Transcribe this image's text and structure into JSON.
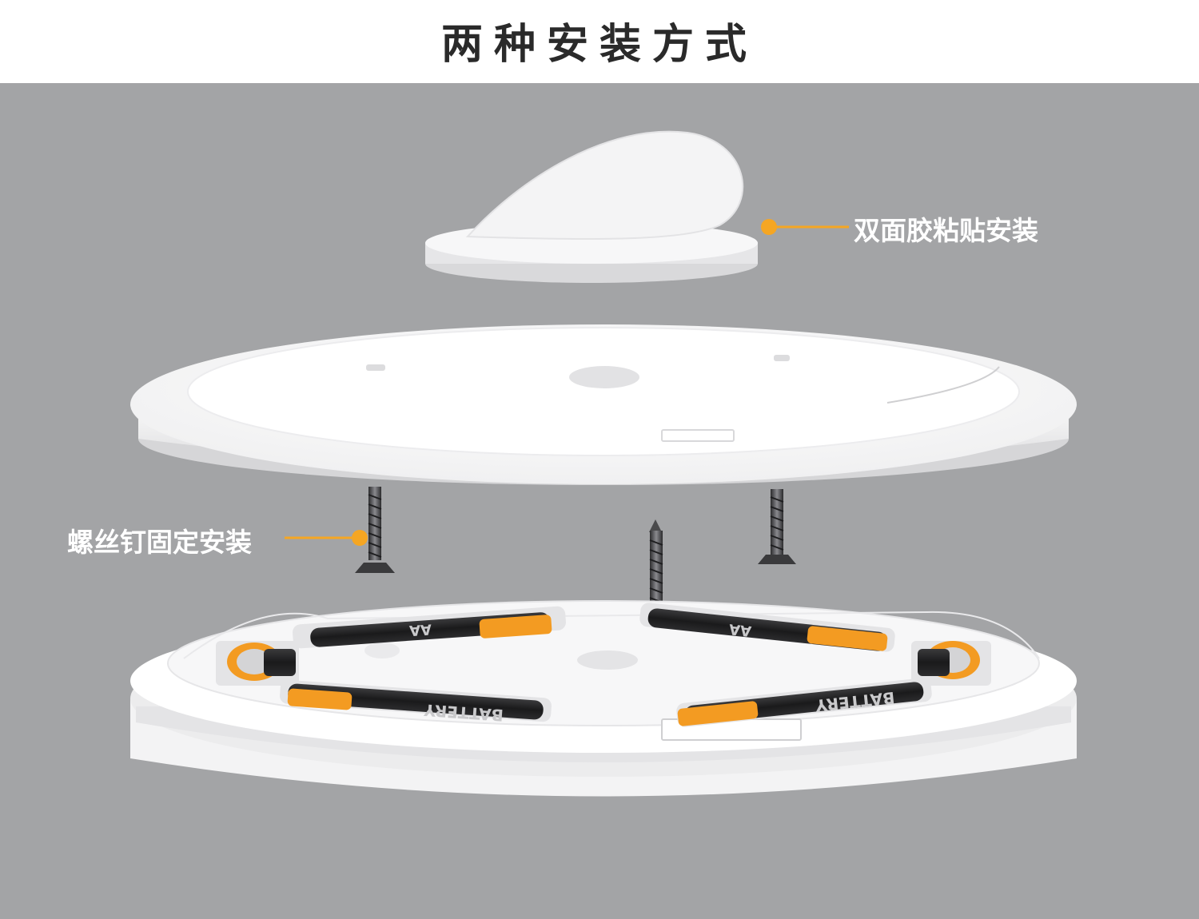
{
  "title": "两种安装方式",
  "callouts": {
    "adhesive": "双面胶粘贴安装",
    "screw": "螺丝钉固定安装"
  },
  "battery_labels": [
    "BATTERY",
    "BATTERY",
    "AA",
    "AA"
  ],
  "colors": {
    "background": "#a3a4a6",
    "accent": "#f5a623",
    "device": "#ffffff",
    "battery_orange": "#f39b22"
  }
}
